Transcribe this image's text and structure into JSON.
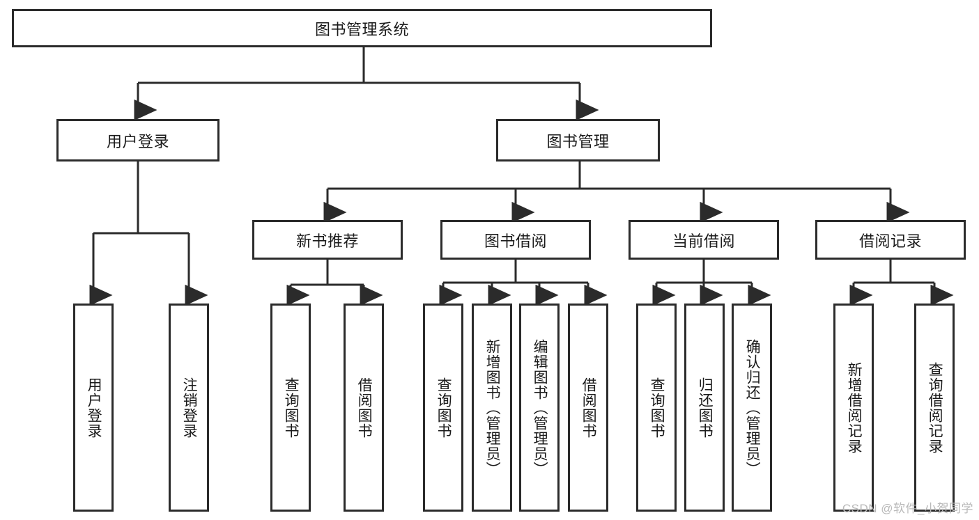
{
  "diagram": {
    "title": "图书管理系统",
    "type": "hierarchy-tree",
    "orientation": "top-down",
    "colors": {
      "box_border": "#2b2b2b",
      "box_fill": "#ffffff",
      "connector": "#2b2b2b",
      "text": "#1a1a1a",
      "watermark": "#b9b9b9"
    },
    "root": {
      "label": "图书管理系统"
    },
    "level2": [
      {
        "label": "用户登录"
      },
      {
        "label": "图书管理"
      }
    ],
    "level3": [
      {
        "label": "新书推荐"
      },
      {
        "label": "图书借阅"
      },
      {
        "label": "当前借阅"
      },
      {
        "label": "借阅记录"
      }
    ],
    "leaves": {
      "user_login": [
        {
          "label": "用户登录"
        },
        {
          "label": "注销登录"
        }
      ],
      "new_book_recommend": [
        {
          "label": "查询图书"
        },
        {
          "label": "借阅图书"
        }
      ],
      "book_borrow": [
        {
          "label": "查询图书"
        },
        {
          "label": "新增图书（管理员）"
        },
        {
          "label": "编辑图书（管理员）"
        },
        {
          "label": "借阅图书"
        }
      ],
      "current_borrow": [
        {
          "label": "查询图书"
        },
        {
          "label": "归还图书"
        },
        {
          "label": "确认归还（管理员）"
        }
      ],
      "borrow_record": [
        {
          "label": "新增借阅记录"
        },
        {
          "label": "查询借阅记录"
        }
      ]
    }
  },
  "watermark": {
    "text": "CSDN @软件_小贺同学"
  }
}
